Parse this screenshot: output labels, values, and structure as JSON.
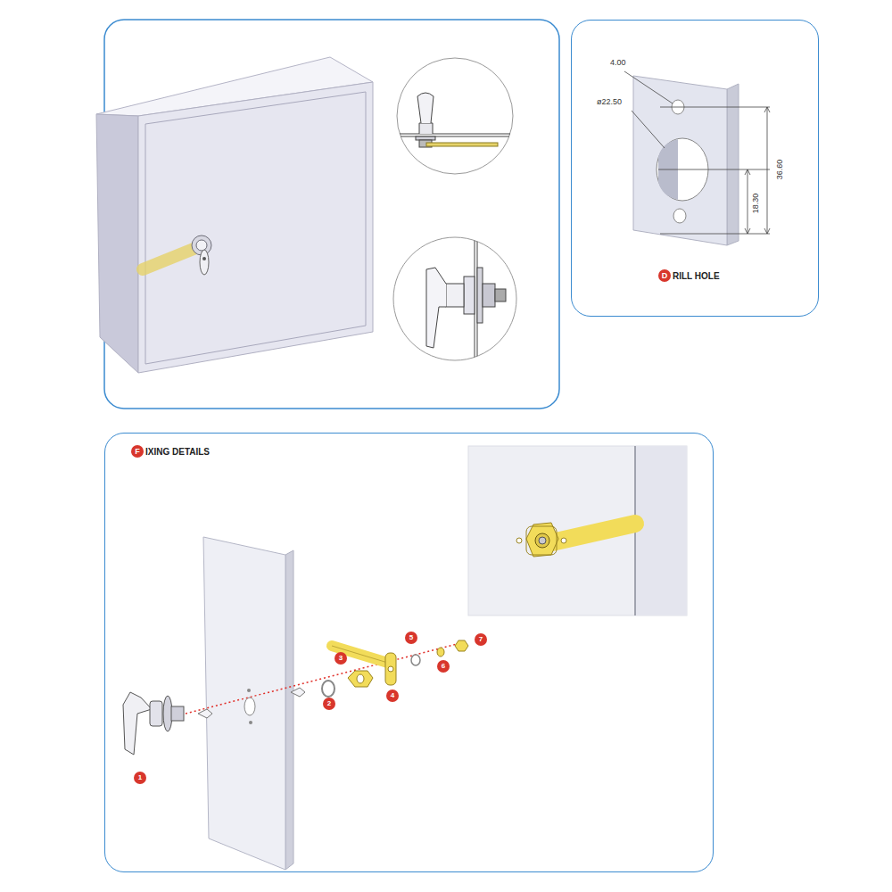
{
  "diagram": {
    "nodes": [
      {
        "text": [
          "D",
          "RILL HOLE"
        ]
      },
      {
        "text": [
          "F",
          "IXING DETAILS"
        ]
      }
    ],
    "labels": [
      "4.00",
      "ø22.50",
      "36.60",
      "18.30",
      "1",
      "2",
      "3",
      "4",
      "5",
      "6",
      "7"
    ]
  }
}
